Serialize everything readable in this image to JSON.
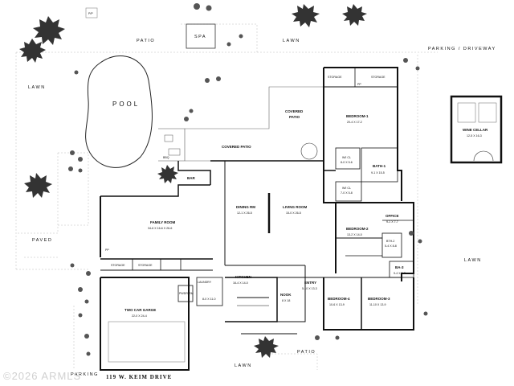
{
  "watermark": "©2026 ARMLS",
  "address": "119 W. KEIM DRIVE",
  "outdoor": {
    "patio_top": "PATIO",
    "lawn_top": "LAWN",
    "parking_driveway": "PARKING / DRIVEWAY",
    "lawn_left": "LAWN",
    "pool": "POOL",
    "spa": "SPA",
    "paved": "PAVED",
    "lawn_right": "LAWN",
    "lawn_bottom": "LAWN",
    "parking_bottom": "PARKING",
    "patio_bottom": "PATIO",
    "bbq": "BBQ",
    "pp_top": "P/P"
  },
  "rooms": {
    "storage_1": "STORAGE",
    "storage_2": "STORAGE",
    "pp_bed": "PP",
    "bedroom1_name": "BEDROOM-1",
    "bedroom1_dim": "20-4 X 17-2",
    "covered_patio_right_1": "COVERED",
    "covered_patio_right_2": "PATIO",
    "covered_patio": "COVERED PATIO",
    "wic1_name": "W/I CL",
    "wic1_dim": "8-0 X 5-6",
    "bath1_name": "BATH-1",
    "bath1_dim": "9-1 X 15-5",
    "wic2_name": "W/I CL",
    "wic2_dim": "7-0 X 5-8",
    "bar": "BAR",
    "dining_name": "DINING RM",
    "dining_dim": "12-1 X 26-5",
    "living_name": "LIVING ROOM",
    "living_dim": "15-0 X 26-5",
    "office_name": "OFFICE",
    "office_dim": "9-1 X 7-7",
    "family_name": "FAMILY ROOM",
    "family_dim": "34-6 X 16-6 X 26-6",
    "bedroom2_name": "BEDROOM-2",
    "bedroom2_dim": "13-2 X 14-0",
    "bth2_name": "BTH-2",
    "bth2_dim": "5-4 X 8-8",
    "pp_family": "PP",
    "storage_3": "STORAGE",
    "storage_4": "STORAGE",
    "ba3_name": "BA-3",
    "ba3_dim": "9-4 X 5-7",
    "kitchen_name": "KITCHEN",
    "kitchen_dim": "16-4 X 14-0",
    "laundry": "LAUNDRY",
    "laundry_dim": "8-0 X 11-0",
    "pwdr": "PWDR RM",
    "entry_name": "ENTRY",
    "entry_dim": "5-10 X 13-3",
    "nook_name": "NOOK",
    "nook_dim": "8 X 18",
    "garage_name": "TWO CAR GARGE",
    "garage_dim": "22-0 X 24-4",
    "bedroom4_name": "BEDROOM-4",
    "bedroom4_dim": "10-6 X 13-9",
    "bedroom3_name": "BEDROOM-3",
    "bedroom3_dim": "11-10 X 13-9",
    "wine_name": "WINE CELLAR",
    "wine_dim": "12-5 X 16-3"
  }
}
